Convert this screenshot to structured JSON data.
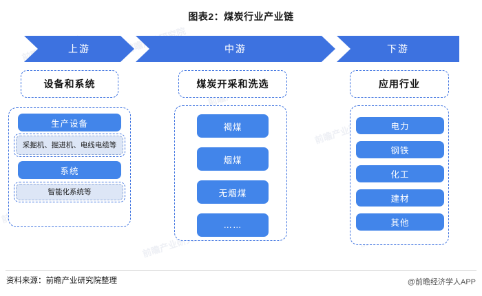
{
  "chart_title": "图表2：煤炭行业产业链",
  "banner": {
    "segments": [
      {
        "label": "上游"
      },
      {
        "label": "中游"
      },
      {
        "label": "下游"
      }
    ]
  },
  "columns": {
    "upstream": {
      "heading": "设备和系统",
      "blocks": [
        {
          "title": "生产设备",
          "detail": "采掘机、掘进机、电线电缆等"
        },
        {
          "title": "系统",
          "detail": "智能化系统等"
        }
      ]
    },
    "midstream": {
      "heading": "煤炭开采和洗选",
      "items": [
        "褐煤",
        "烟煤",
        "无烟煤",
        "……"
      ]
    },
    "downstream": {
      "heading": "应用行业",
      "items": [
        "电力",
        "钢铁",
        "化工",
        "建材",
        "其他"
      ]
    }
  },
  "footer": {
    "source": "资料来源：前瞻产业研究院整理",
    "attribution": "@前瞻经济学人APP"
  },
  "watermark": {
    "text": "前瞻产业研究院"
  },
  "colors": {
    "brand_blue": "#3d72e0",
    "pill_blue": "#4285ea",
    "sub_fill": "#dde6f6",
    "dash_border": "#3d72e0"
  }
}
